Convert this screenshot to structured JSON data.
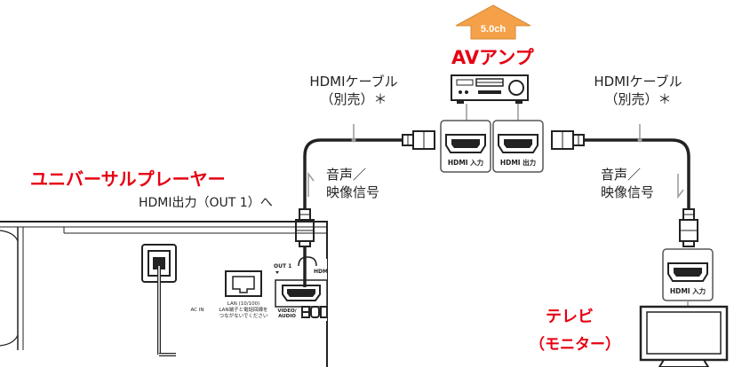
{
  "colors": {
    "red_label": "#e60012",
    "arrow_fill": "#f5a14a",
    "arrow_stroke": "#d88a35",
    "line": "#222222",
    "gray_line": "#999999"
  },
  "amp": {
    "title": "AVアンプ",
    "channel_badge": "5.0ch",
    "port_in": "HDMI 入力",
    "port_out": "HDMI 出力"
  },
  "left_cable": {
    "line1": "HDMIケーブル",
    "line2": "（別売）＊"
  },
  "right_cable": {
    "line1": "HDMIケーブル",
    "line2": "（別売）＊"
  },
  "signal_left": {
    "line1": "音声／",
    "line2": "映像信号"
  },
  "signal_right": {
    "line1": "音声／",
    "line2": "映像信号"
  },
  "player": {
    "title": "ユニバーサルプレーヤー",
    "output_label": "HDMI出力（OUT 1）へ",
    "out1_label": "OUT 1",
    "hdmi_partial": "HDM",
    "lan_label": "LAN (10/100)",
    "lan_note1": "LAN端子と電話回線を",
    "lan_note2": "つながないでください",
    "ac_label": "AC IN",
    "video_audio_label1": "VIDEO/",
    "video_audio_label2": "AUDIO"
  },
  "tv": {
    "title": "テレビ",
    "subtitle": "（モニター）",
    "port_in": "HDMI 入力"
  }
}
